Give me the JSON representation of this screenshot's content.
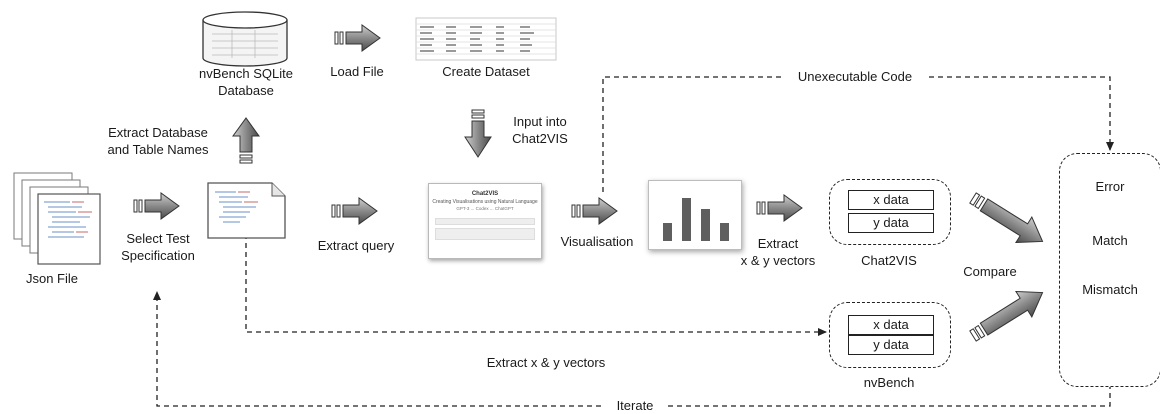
{
  "labels": {
    "json_file": "Json File",
    "select_test_1": "Select Test",
    "select_test_2": "Specification",
    "extract_db_1": "Extract Database",
    "extract_db_2": "and Table Names",
    "nvbench_db_1": "nvBench SQLite",
    "nvbench_db_2": "Database",
    "load_file": "Load File",
    "create_dataset": "Create Dataset",
    "input_into_1": "Input into",
    "input_into_2": "Chat2VIS",
    "extract_query": "Extract query",
    "visualisation": "Visualisation",
    "extract_vec_1": "Extract",
    "extract_vec_2": "x & y vectors",
    "chat2vis": "Chat2VIS",
    "nvbench": "nvBench",
    "compare": "Compare",
    "extract_xy_bottom": "Extract x & y vectors",
    "unexecutable_code": "Unexecutable Code",
    "iterate": "Iterate"
  },
  "vectors": {
    "chat2vis_x": "x data",
    "chat2vis_y": "y data",
    "nvbench_x": "x data",
    "nvbench_y": "y data"
  },
  "outcomes": {
    "error": "Error",
    "match": "Match",
    "mismatch": "Mismatch"
  },
  "chat2vis_window": {
    "title": "Chat2VIS",
    "subtitle": "Creating Visualisations using Natural Language",
    "models": "GPT-3 ... Codex ... ChatGPT"
  },
  "chart_thumb": {
    "bar_heights": [
      0.35,
      0.82,
      0.62,
      0.35
    ]
  }
}
